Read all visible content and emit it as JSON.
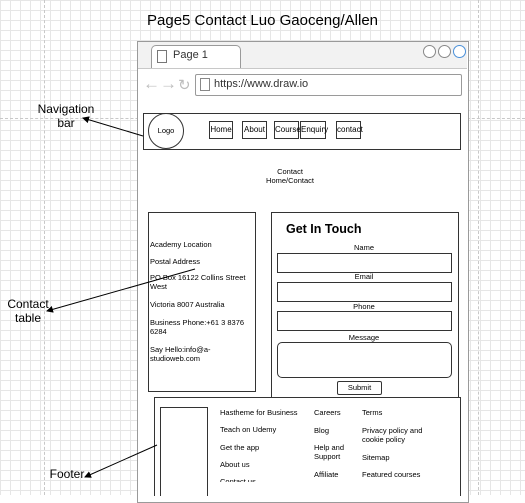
{
  "page_title": "Page5 Contact  Luo Gaoceng/Allen",
  "browser": {
    "tab_label": "Page 1",
    "url": "https://www.draw.io"
  },
  "navbar": {
    "logo": "Logo",
    "items": [
      "Home",
      "About",
      "Course",
      "Enquiry",
      "contact"
    ]
  },
  "hero": {
    "line1": "Contact",
    "line2": "Home/Contact"
  },
  "contact_info": {
    "lines": [
      "Academy Location",
      "Postal Address",
      "PO Box 16122 Collins Street West",
      "Victoria 8007 Australia",
      "Business Phone:+61 3 8376 6284",
      "Say Hello:info@a-studioweb.com"
    ]
  },
  "form": {
    "title": "Get In Touch",
    "name_label": "Name",
    "email_label": "Email",
    "phone_label": "Phone",
    "message_label": "Message",
    "submit_label": "Submit"
  },
  "footer": {
    "col1": [
      "Hastheme for Business",
      "Teach on Udemy",
      "Get the app",
      "About us",
      "Contact us"
    ],
    "col2": [
      "Careers",
      "Blog",
      "Help and Support",
      "Affiliate"
    ],
    "col3": [
      "Terms",
      "Privacy policy and cookie policy",
      "Sitemap",
      "Featured courses"
    ]
  },
  "annotations": {
    "navigation_bar": "Navigation bar",
    "contact_table": "Contact table",
    "footer": "Footer"
  }
}
